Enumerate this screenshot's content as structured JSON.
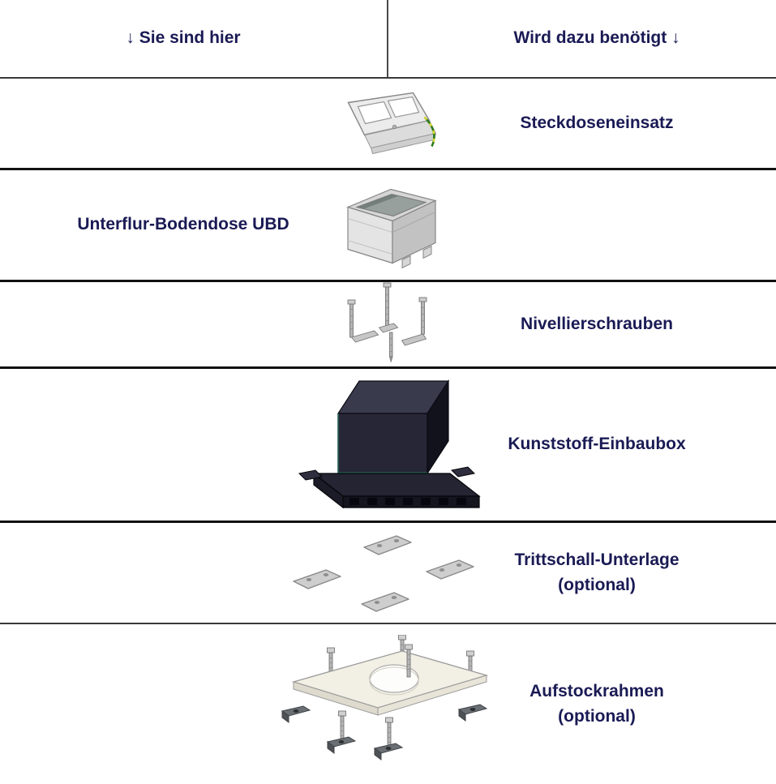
{
  "header": {
    "left_label": "↓ Sie sind hier",
    "right_label": "Wird dazu benötigt ↓"
  },
  "rows": [
    {
      "image": "socket-insert",
      "right_label": "Steckdoseneinsatz"
    },
    {
      "image": "underfloor-box-ubd",
      "left_label": "Unterflur-Bodendose UBD"
    },
    {
      "image": "leveling-screws",
      "right_label": "Nivellierschrauben"
    },
    {
      "image": "plastic-mounting-box",
      "right_label": "Kunststoff-Einbaubox"
    },
    {
      "image": "impact-sound-pads",
      "right_label": "Trittschall-Unterlage\n(optional)"
    },
    {
      "image": "extension-frame",
      "right_label": "Aufstockrahmen\n(optional)"
    }
  ],
  "colors": {
    "text": "#1a1a55",
    "separator": "#111111",
    "header_divider": "#4a4a4a",
    "earth_wire_green": "#2e7d1f",
    "earth_wire_yellow": "#d8d833"
  }
}
